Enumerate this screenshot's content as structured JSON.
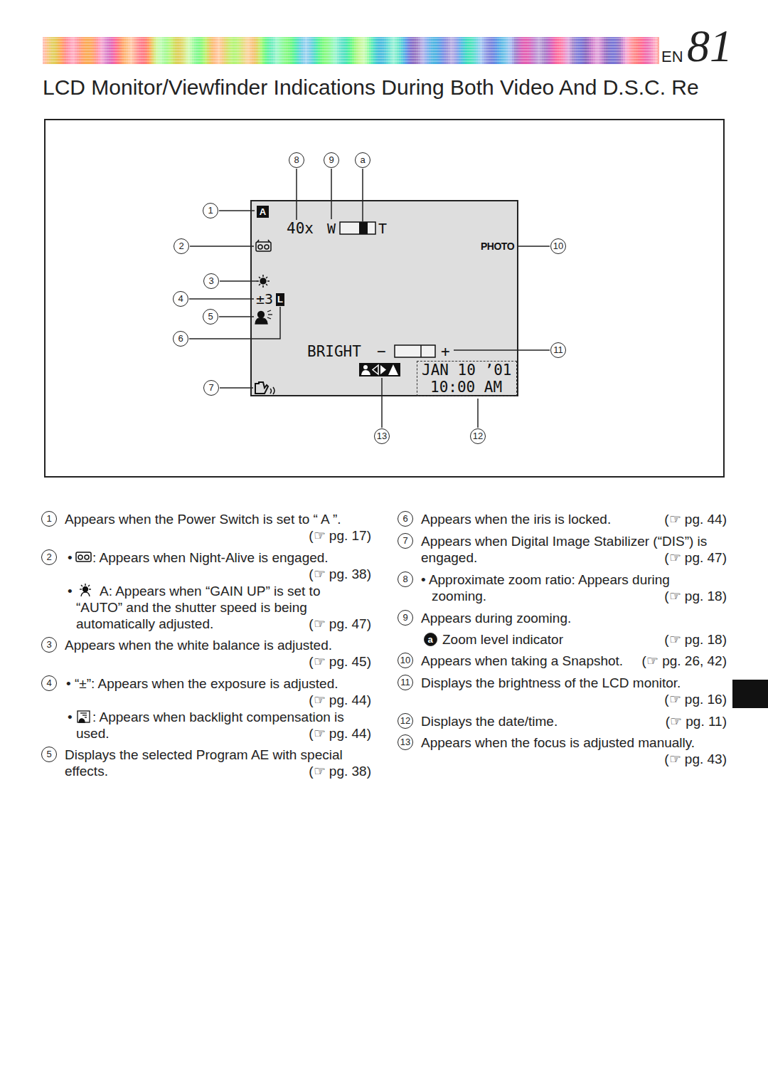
{
  "diagram": {
    "title": "LCD Monitor/Viewfinder Indications During Both Video And D.S.C. Re",
    "nodes": [
      {
        "text": [
          "A",
          "40x",
          "W",
          "T",
          "PHOTO",
          "±3",
          "L",
          "BRIGHT",
          "−",
          "+"
        ]
      },
      {
        "text": [
          "JAN 10 ’01",
          "10:00 AM"
        ],
        "in": 0
      }
    ],
    "labels": [
      "EN",
      "81",
      "8",
      "9",
      "a",
      "1",
      "2",
      "3",
      "4",
      "5",
      "6",
      "7",
      "10",
      "11",
      "13",
      "12",
      "1",
      "Appears when the Power Switch is set to “ A ”.",
      "(☞ pg. 17)",
      "2",
      "•",
      ": Appears when Night-Alive is engaged.",
      "(☞ pg. 38)",
      "•",
      "A: Appears when “GAIN UP” is set to “AUTO” and the shutter speed is being automatically adjusted.",
      "(☞ pg. 47)",
      "3",
      "Appears when the white balance is adjusted.",
      "(☞ pg. 45)",
      "4",
      "• “±”: Appears when the exposure is adjusted.",
      "(☞ pg. 44)",
      "•",
      ": Appears when backlight compensation is used.",
      "(☞ pg. 44)",
      "5",
      "Displays the selected Program AE with special effects.",
      "(☞ pg. 38)",
      "6",
      "Appears when the iris is locked.",
      "(☞ pg. 44)",
      "7",
      "Appears when Digital Image Stabilizer (“DIS”) is engaged.",
      "(☞ pg. 47)",
      "8",
      "• Approximate zoom ratio: Appears during zooming.",
      "(☞ pg. 18)",
      "9",
      "Appears during zooming.",
      "a",
      "Zoom level indicator",
      "(☞ pg. 18)",
      "10",
      "Appears when taking a Snapshot.",
      "(☞ pg. 26, 42)",
      "11",
      "Displays the brightness of the LCD monitor.",
      "(☞ pg. 16)",
      "12",
      "Displays the date/time.",
      "(☞ pg. 11)",
      "13",
      "Appears when the focus is adjusted manually.",
      "(☞ pg. 43)"
    ]
  }
}
